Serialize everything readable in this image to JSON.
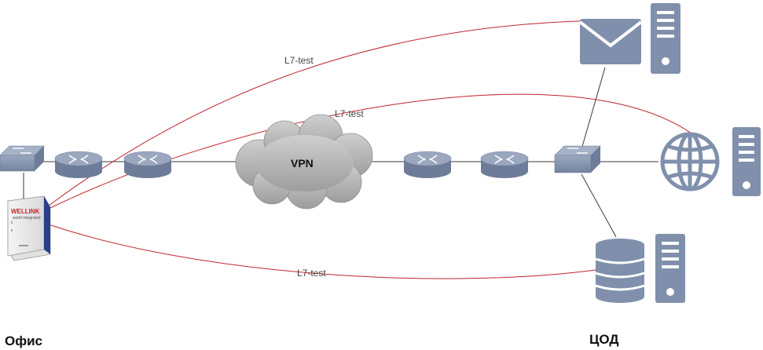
{
  "labels": {
    "test_top": "L7-test",
    "test_mid": "L7-test",
    "test_bottom": "L7-test",
    "vpn": "VPN",
    "office": "Офис",
    "datacenter": "ЦОД",
    "probe_brand": "WELLINK",
    "probe_sub": "world integrated"
  },
  "colors": {
    "device": "#7f8eaa",
    "device_dark": "#6d7c98",
    "server_icon": "#8090ac",
    "link": "#3a3a3a",
    "test_path": "#c0262d",
    "cloud": "#b3b3b3"
  },
  "icons": {
    "switch": "switch-icon",
    "router": "router-icon",
    "cloud": "cloud-icon",
    "mail": "mail-icon",
    "globe": "globe-icon",
    "database": "database-icon",
    "server": "server-icon",
    "probe": "probe-device-icon"
  }
}
